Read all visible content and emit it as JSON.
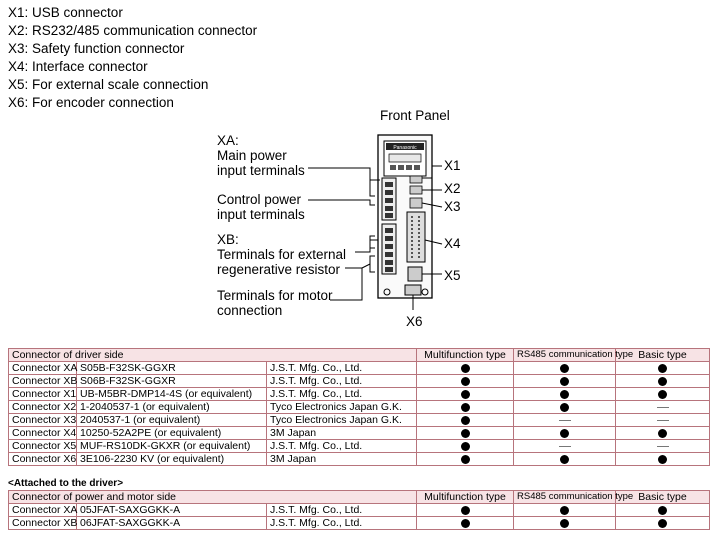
{
  "legend": [
    "X1: USB connector",
    "X2: RS232/485 communication connector",
    "X3: Safety function connector",
    "X4: Interface connector",
    "X5: For external scale connection",
    "X6: For encoder connection"
  ],
  "diagram": {
    "title": "Front Panel",
    "brand": "Panasonic",
    "xa_label": "XA:",
    "xa_line1": "Main power",
    "xa_line2": "input terminals",
    "ctrl_line1": "Control power",
    "ctrl_line2": "input terminals",
    "xb_label": "XB:",
    "xb_line1": "Terminals for external",
    "xb_line2": "regenerative resistor",
    "motor_line1": "Terminals for motor",
    "motor_line2": "connection",
    "x1": "X1",
    "x2": "X2",
    "x3": "X3",
    "x4": "X4",
    "x5": "X5",
    "x6": "X6"
  },
  "table1": {
    "header": [
      "Connector of driver side",
      "Multifunction type",
      "RS485 communication type",
      "Basic type"
    ],
    "rows": [
      {
        "c": "Connector XA",
        "part": "S05B-F32SK-GGXR",
        "maker": "J.S.T. Mfg. Co., Ltd.",
        "m": "dot",
        "r": "dot",
        "b": "dot"
      },
      {
        "c": "Connector XB",
        "part": "S06B-F32SK-GGXR",
        "maker": "J.S.T. Mfg. Co., Ltd.",
        "m": "dot",
        "r": "dot",
        "b": "dot"
      },
      {
        "c": "Connector X1",
        "part": "UB-M5BR-DMP14-4S (or equivalent)",
        "maker": "J.S.T. Mfg. Co., Ltd.",
        "m": "dot",
        "r": "dot",
        "b": "dot"
      },
      {
        "c": "Connector X2",
        "part": "1-2040537-1 (or equivalent)",
        "maker": "Tyco Electronics Japan G.K.",
        "m": "dot",
        "r": "dot",
        "b": "dash"
      },
      {
        "c": "Connector X3",
        "part": "2040537-1 (or equivalent)",
        "maker": "Tyco Electronics Japan G.K.",
        "m": "dot",
        "r": "dash",
        "b": "dash"
      },
      {
        "c": "Connector X4",
        "part": "10250-52A2PE (or equivalent)",
        "maker": "3M Japan",
        "m": "dot",
        "r": "dot",
        "b": "dot"
      },
      {
        "c": "Connector X5",
        "part": "MUF-RS10DK-GKXR (or equivalent)",
        "maker": "J.S.T. Mfg. Co., Ltd.",
        "m": "dot",
        "r": "dash",
        "b": "dash"
      },
      {
        "c": "Connector X6",
        "part": "3E106-2230 KV (or equivalent)",
        "maker": "3M Japan",
        "m": "dot",
        "r": "dot",
        "b": "dot"
      }
    ]
  },
  "attached_label": "<Attached to the driver>",
  "table2": {
    "header": [
      "Connector of power and motor side",
      "Multifunction type",
      "RS485 communication type",
      "Basic type"
    ],
    "rows": [
      {
        "c": "Connector XA",
        "part": "05JFAT-SAXGGKK-A",
        "maker": "J.S.T. Mfg. Co., Ltd.",
        "m": "dot",
        "r": "dot",
        "b": "dot"
      },
      {
        "c": "Connector XB",
        "part": "06JFAT-SAXGGKK-A",
        "maker": "J.S.T. Mfg. Co., Ltd.",
        "m": "dot",
        "r": "dot",
        "b": "dot"
      }
    ]
  }
}
